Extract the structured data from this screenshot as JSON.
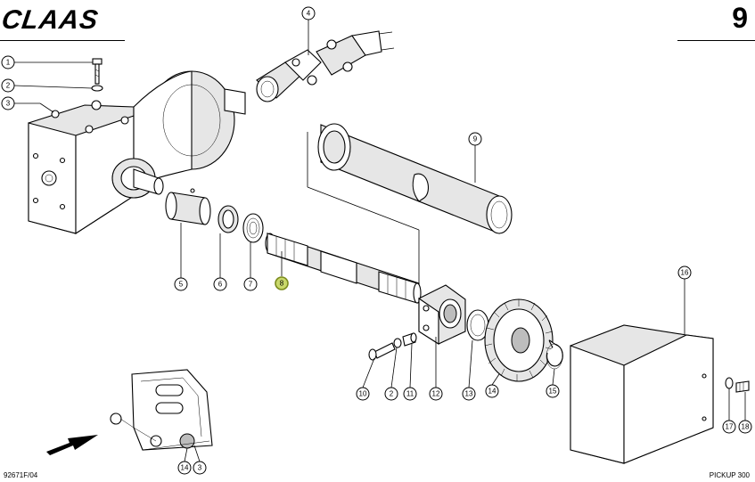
{
  "header": {
    "brand": "CLAAS",
    "page_number": "9"
  },
  "footer": {
    "drawing_code": "92671F/04",
    "section": "PICKUP 300"
  },
  "callouts": [
    {
      "label": "1",
      "highlighted": false
    },
    {
      "label": "2",
      "highlighted": false
    },
    {
      "label": "3",
      "highlighted": false
    },
    {
      "label": "4",
      "highlighted": false
    },
    {
      "label": "5",
      "highlighted": false
    },
    {
      "label": "6",
      "highlighted": false
    },
    {
      "label": "7",
      "highlighted": false
    },
    {
      "label": "8",
      "highlighted": true
    },
    {
      "label": "9",
      "highlighted": false
    },
    {
      "label": "10",
      "highlighted": false
    },
    {
      "label": "2",
      "highlighted": false
    },
    {
      "label": "11",
      "highlighted": false
    },
    {
      "label": "12",
      "highlighted": false
    },
    {
      "label": "13",
      "highlighted": false
    },
    {
      "label": "14",
      "highlighted": false
    },
    {
      "label": "15",
      "highlighted": false
    },
    {
      "label": "16",
      "highlighted": false
    },
    {
      "label": "17",
      "highlighted": false
    },
    {
      "label": "18",
      "highlighted": false
    },
    {
      "label": "14",
      "highlighted": false
    },
    {
      "label": "3",
      "highlighted": false
    }
  ],
  "colors": {
    "highlight_fill": "#c9d86b",
    "highlight_stroke": "#7a8a1c"
  }
}
